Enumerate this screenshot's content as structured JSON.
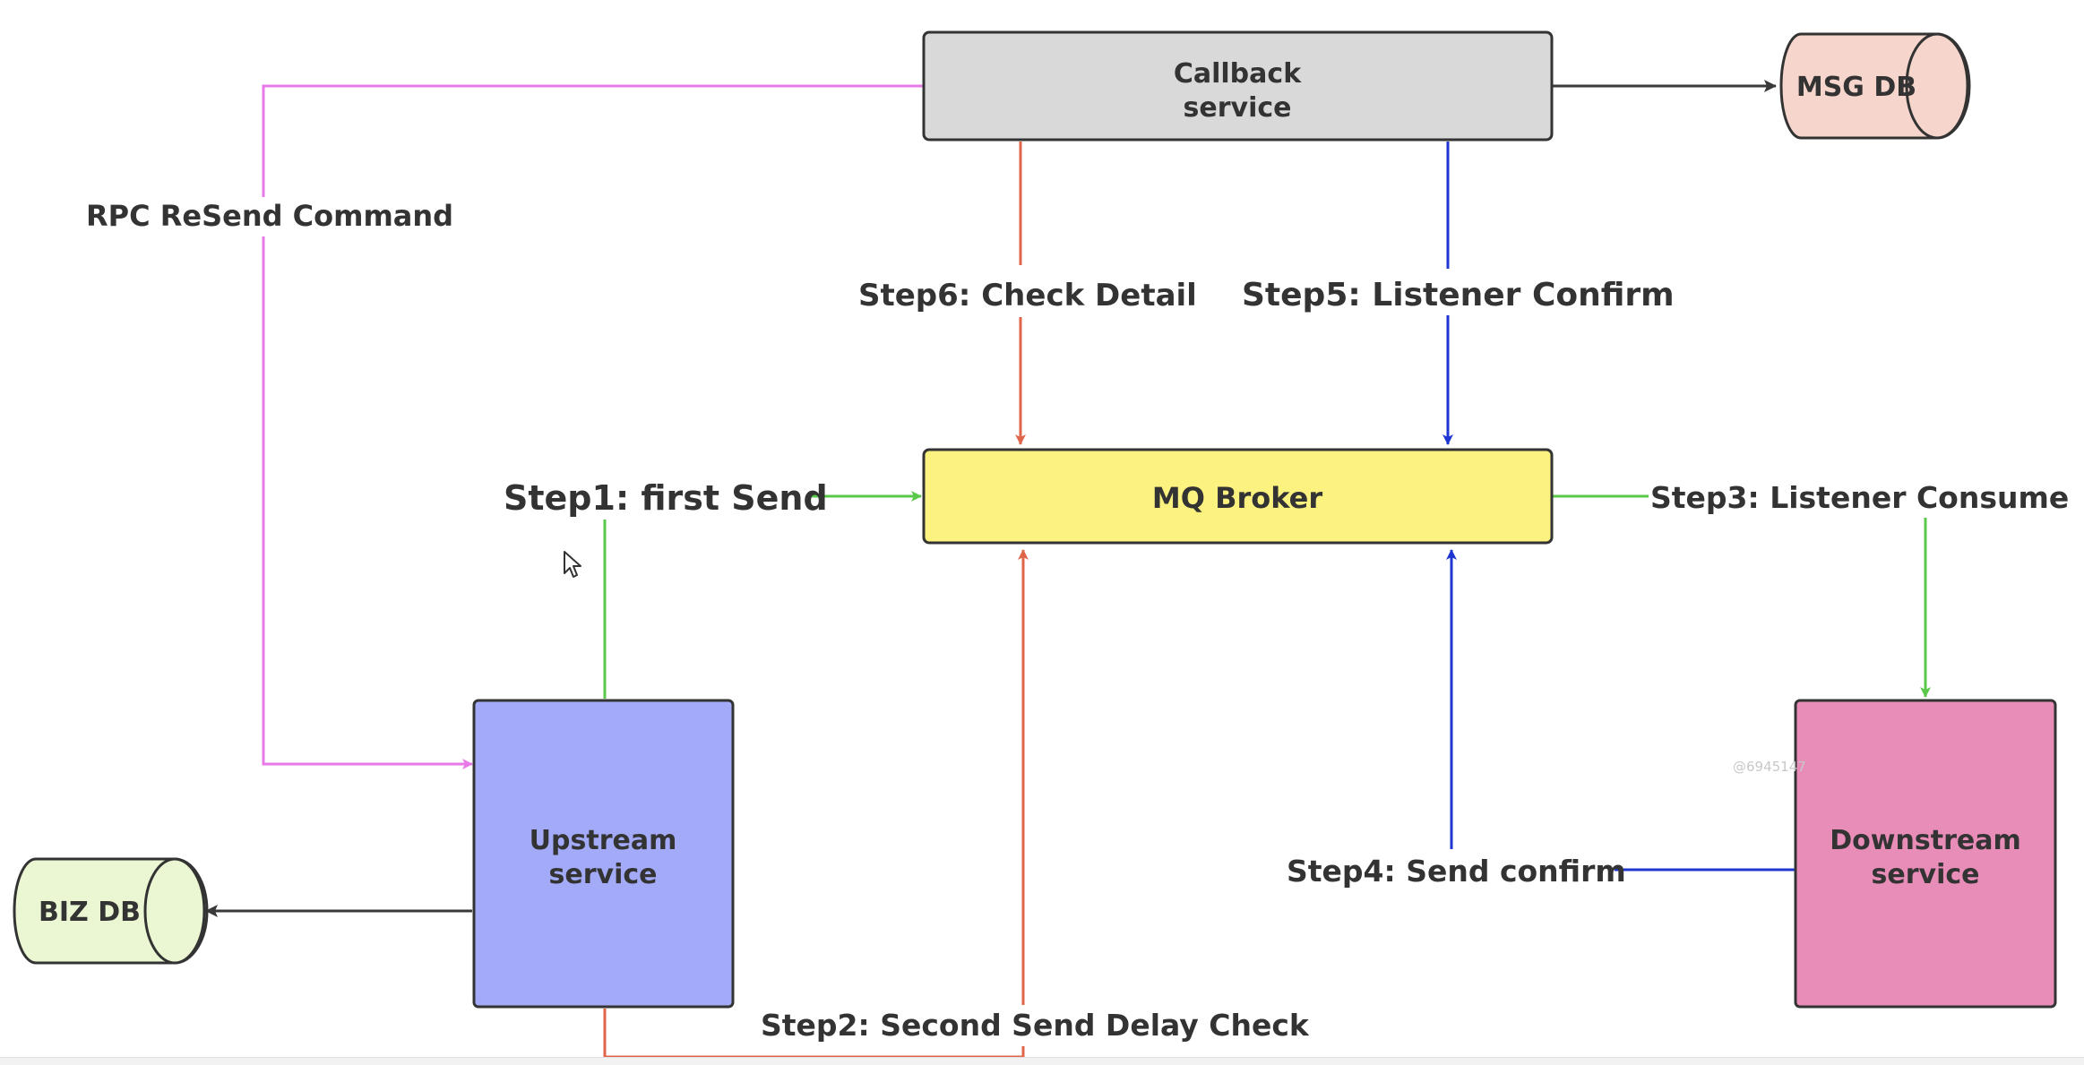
{
  "nodes": {
    "callback": {
      "line1": "Callback",
      "line2": "service",
      "fill": "#d9d9d9"
    },
    "msg_db": {
      "label": "MSG DB",
      "fill": "#f6d5cc"
    },
    "mq_broker": {
      "label": "MQ Broker",
      "fill": "#fbf280"
    },
    "upstream": {
      "line1": "Upstream",
      "line2": "service",
      "fill": "#a3aaf8"
    },
    "downstream": {
      "line1": "Downstream",
      "line2": "service",
      "fill": "#e88cb8"
    },
    "biz_db": {
      "label": "BIZ DB",
      "fill": "#eaf7d2"
    }
  },
  "edges": {
    "rpc_resend": "RPC ReSend Command",
    "step1": "Step1:  first Send",
    "step2": "Step2:  Second Send Delay Check",
    "step3": "Step3:  Listener Consume",
    "step4": "Step4:  Send confirm",
    "step5": "Step5:   Listener Confirm",
    "step6": "Step6:   Check Detail"
  },
  "watermark": "@6945147",
  "colors": {
    "green": "#5ac84a",
    "red": "#e0644a",
    "blue": "#1f35d0",
    "magenta": "#e87ae8",
    "dark": "#3a3a3a"
  }
}
